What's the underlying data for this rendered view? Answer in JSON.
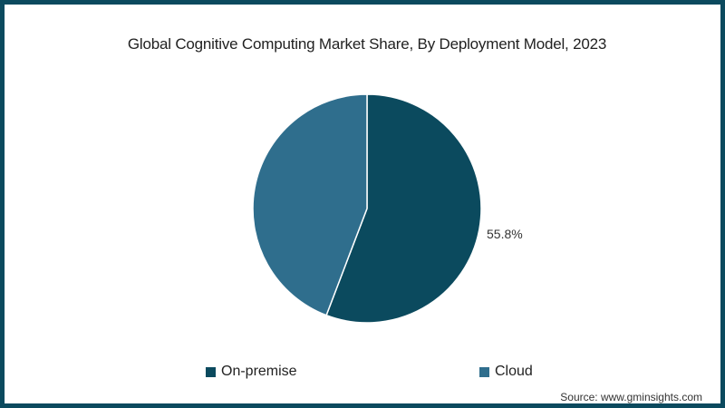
{
  "chart_data": {
    "type": "pie",
    "title": "Global Cognitive Computing Market Share, By Deployment Model, 2023",
    "categories": [
      "On-premise",
      "Cloud"
    ],
    "values": [
      55.8,
      44.2
    ],
    "colors": [
      "#0b4a5e",
      "#2f6e8d"
    ],
    "data_labels": [
      "55.8%",
      ""
    ],
    "legend": {
      "position": "bottom",
      "entries": [
        "On-premise",
        "Cloud"
      ]
    },
    "start_angle_deg": 0,
    "direction": "clockwise"
  },
  "title": "Global Cognitive Computing Market Share, By Deployment Model, 2023",
  "label_on_premise": "55.8%",
  "legend": {
    "on_premise": "On-premise",
    "cloud": "Cloud"
  },
  "source": "Source: www.gminsights.com",
  "colors": {
    "frame": "#0b4a5e",
    "on_premise": "#0b4a5e",
    "cloud": "#2f6e8d"
  }
}
